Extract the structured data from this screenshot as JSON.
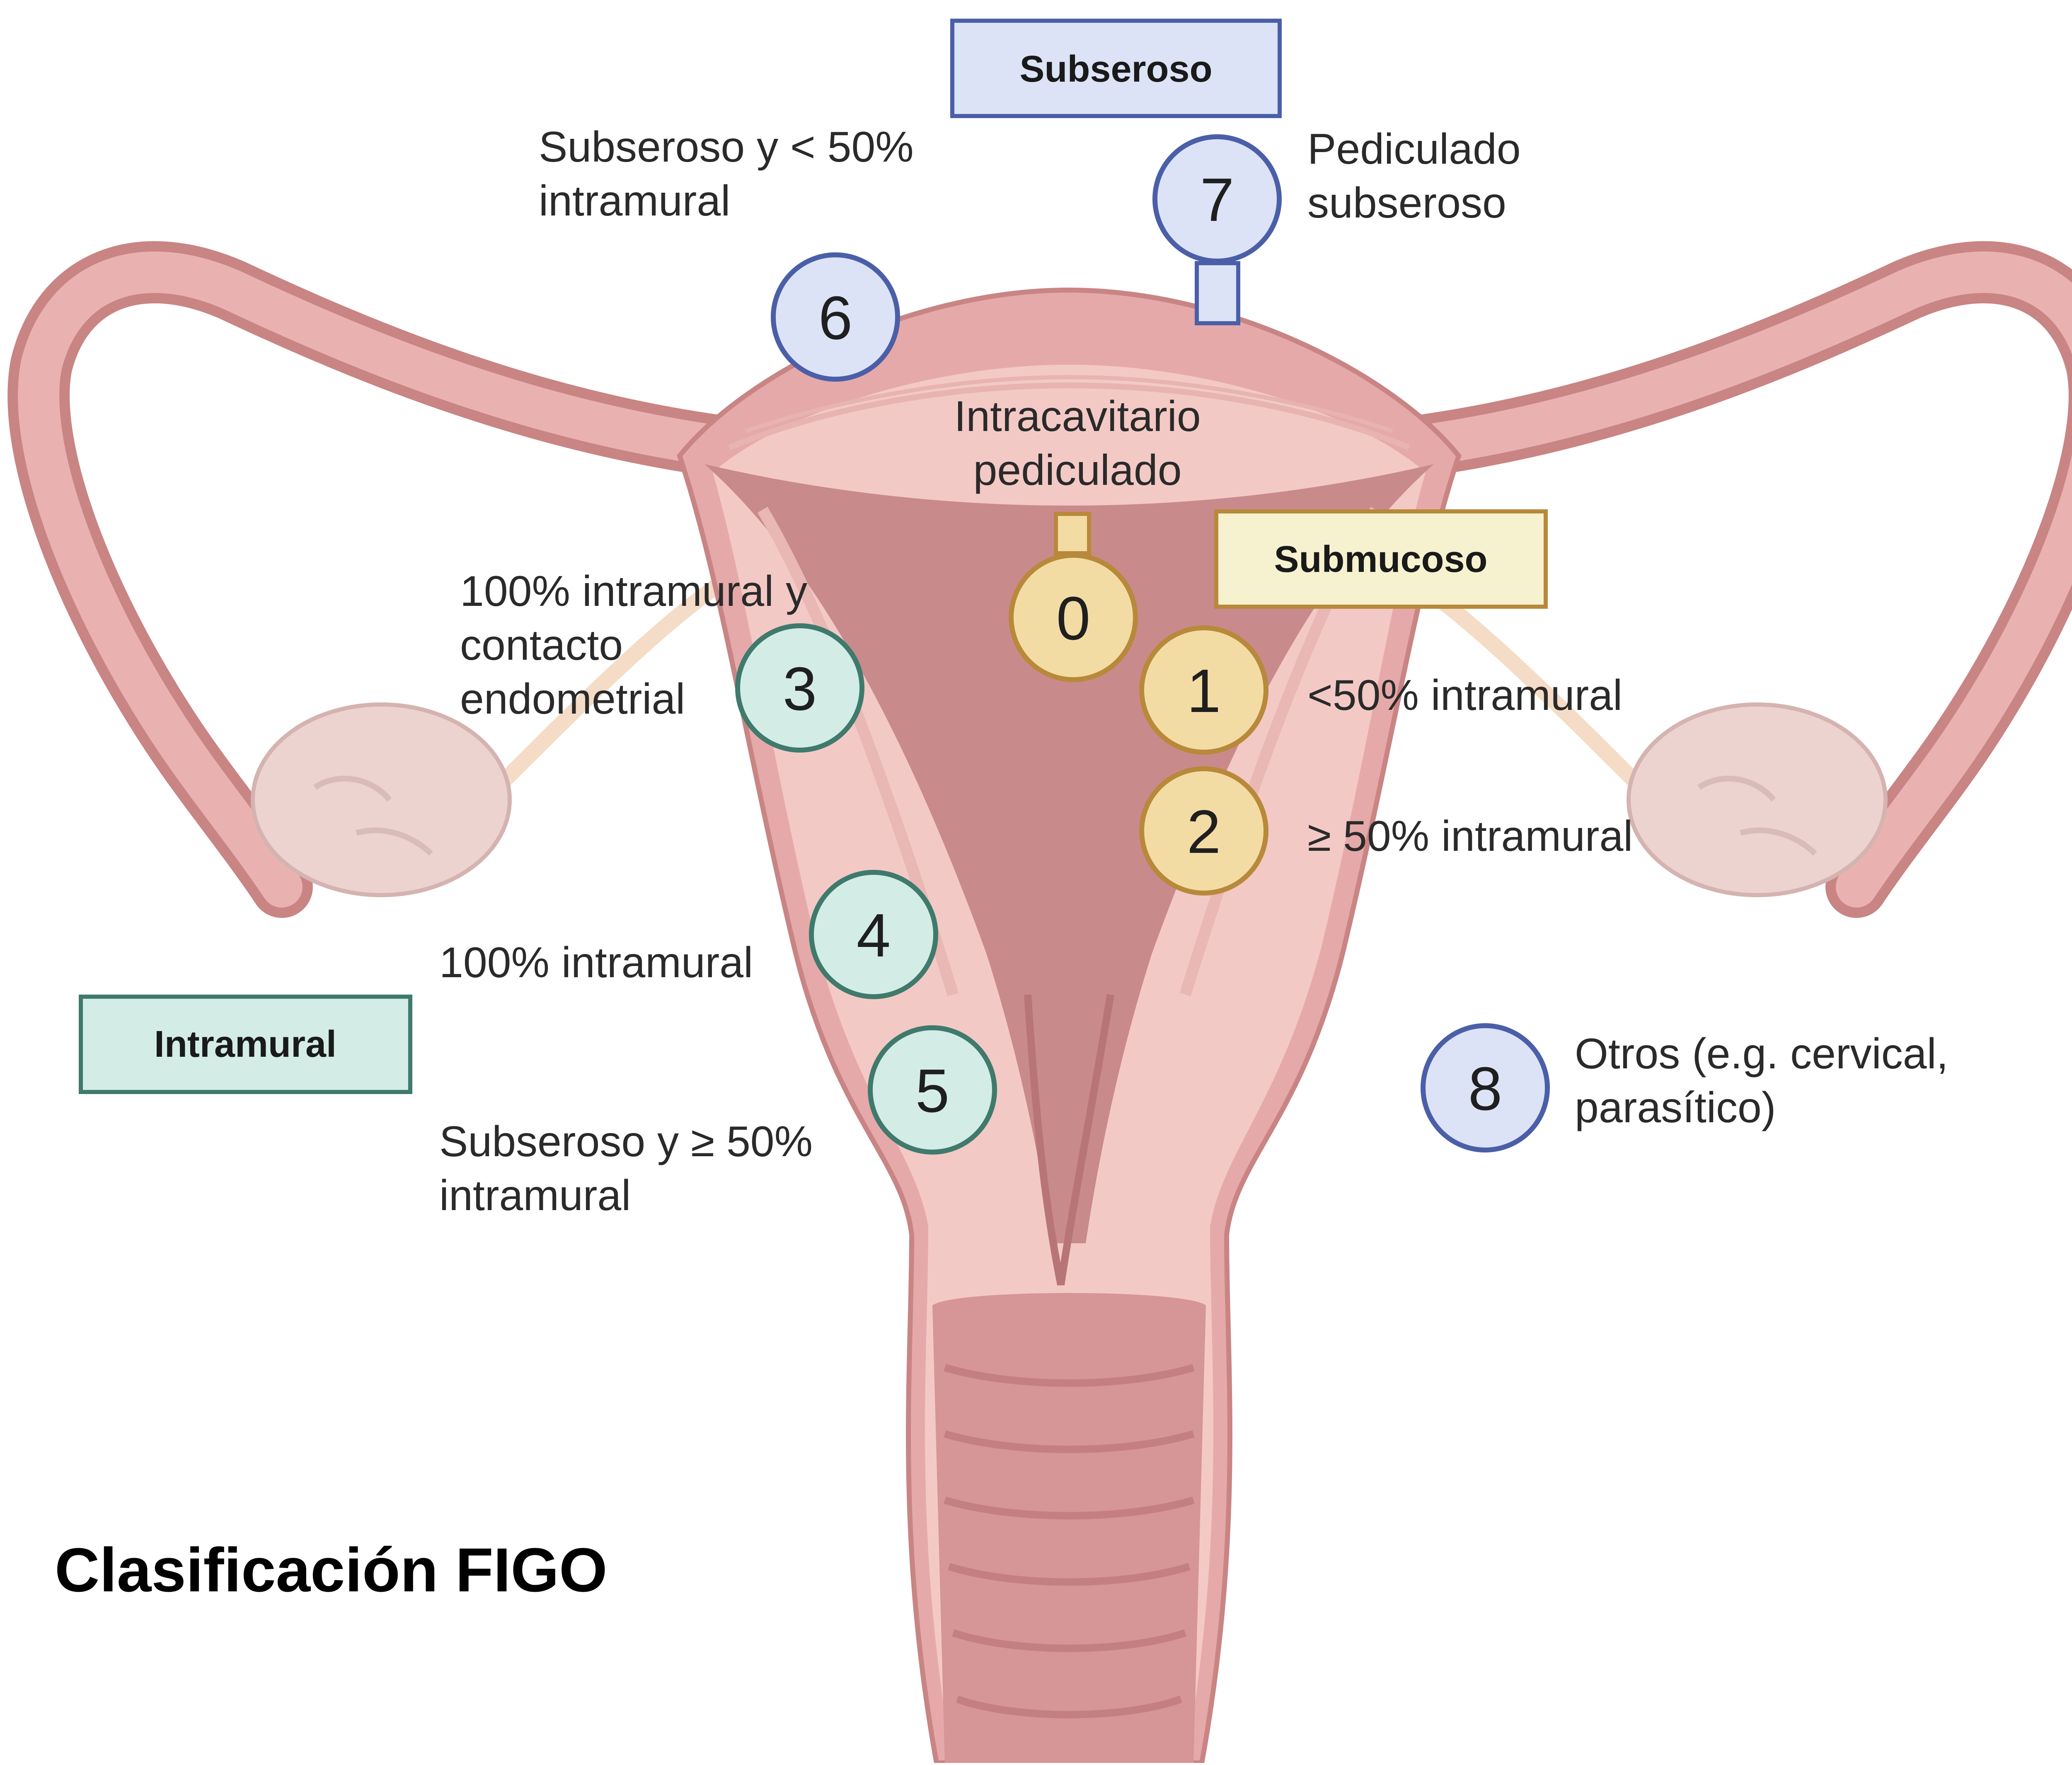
{
  "title": "Clasificación FIGO",
  "categories": {
    "subseroso": "Subseroso",
    "submucoso": "Submucoso",
    "intramural": "Intramural"
  },
  "types": [
    {
      "number": "0",
      "lines": [
        "Intracavitario",
        "pediculado"
      ]
    },
    {
      "number": "1",
      "lines": [
        "<50% intramural"
      ]
    },
    {
      "number": "2",
      "lines": [
        "≥ 50% intramural"
      ]
    },
    {
      "number": "3",
      "lines": [
        "100% intramural y",
        "contacto",
        "endometrial"
      ]
    },
    {
      "number": "4",
      "lines": [
        "100% intramural"
      ]
    },
    {
      "number": "5",
      "lines": [
        "Subseroso y ≥ 50%",
        "intramural"
      ]
    },
    {
      "number": "6",
      "lines": [
        "Subseroso y < 50%",
        "intramural"
      ]
    },
    {
      "number": "7",
      "lines": [
        "Pediculado",
        "subseroso"
      ]
    },
    {
      "number": "8",
      "lines": [
        "Otros (e.g. cervical,",
        "parasítico)"
      ]
    }
  ],
  "colors": {
    "submucoso_fill": "#f2dca4",
    "submucoso_stroke": "#b8893a",
    "intramural_fill": "#d3ece6",
    "intramural_stroke": "#3f7a6c",
    "subseroso_fill": "#dde3f6",
    "subseroso_stroke": "#4b5fa8",
    "uterus_outer": "#e6a9a9",
    "uterus_wall": "#f3c9c6",
    "cavity": "#c98a8c"
  }
}
